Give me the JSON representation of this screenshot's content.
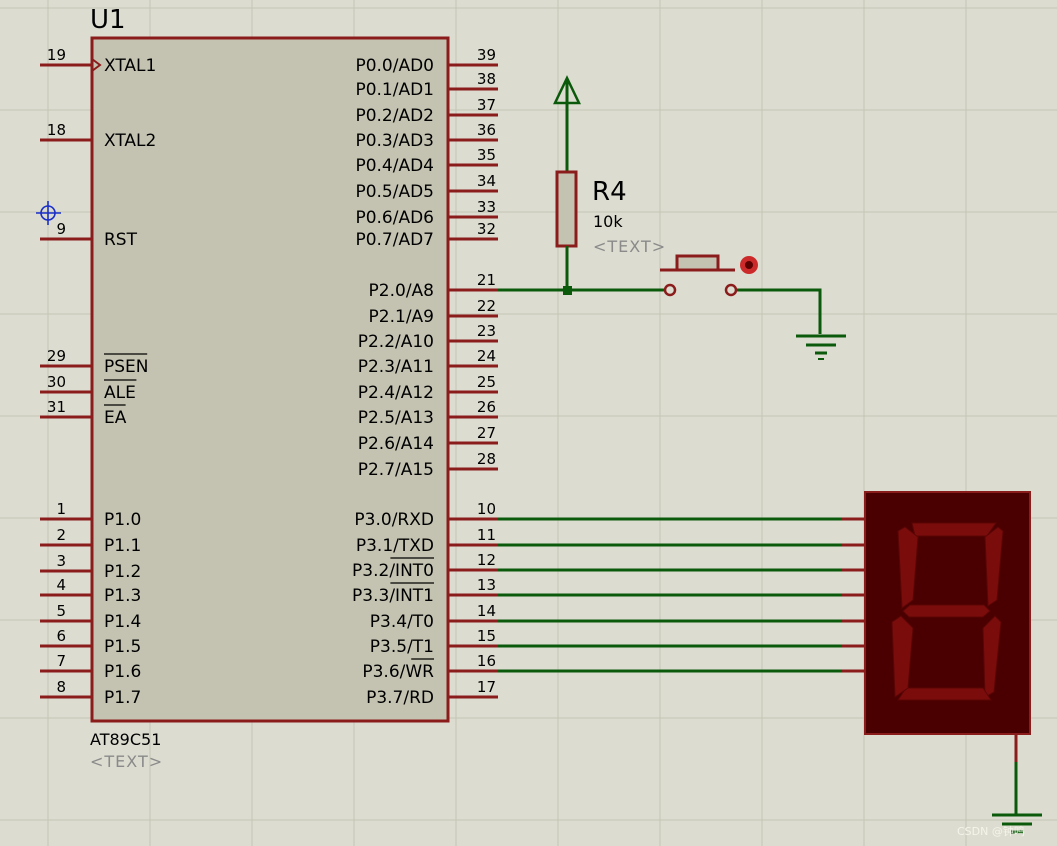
{
  "palette": {
    "background": "#dcdcd0",
    "grid": "#c5c5b6",
    "component_border": "#8b1c1c",
    "component_fill": "#c4c3b2",
    "wire": "#0b5a0b",
    "pin": "#8b1c1c",
    "display_body": "#4a0000",
    "display_segment": "#7a0c0c",
    "probe": "#cc2a2a",
    "cursor": "#1a2ec8"
  },
  "mcu": {
    "ref": "U1",
    "part": "AT89C51",
    "text_placeholder": "<TEXT>",
    "left_pins": [
      {
        "num": "19",
        "name": "XTAL1",
        "over": false
      },
      {
        "num": "18",
        "name": "XTAL2",
        "over": false
      },
      {
        "num": "9",
        "name": "RST",
        "over": false
      },
      {
        "num": "29",
        "name": "PSEN",
        "over": true
      },
      {
        "num": "30",
        "name": "ALE",
        "over": true
      },
      {
        "num": "31",
        "name": "EA",
        "over": true
      },
      {
        "num": "1",
        "name": "P1.0",
        "over": false
      },
      {
        "num": "2",
        "name": "P1.1",
        "over": false
      },
      {
        "num": "3",
        "name": "P1.2",
        "over": false
      },
      {
        "num": "4",
        "name": "P1.3",
        "over": false
      },
      {
        "num": "5",
        "name": "P1.4",
        "over": false
      },
      {
        "num": "6",
        "name": "P1.5",
        "over": false
      },
      {
        "num": "7",
        "name": "P1.6",
        "over": false
      },
      {
        "num": "8",
        "name": "P1.7",
        "over": false
      }
    ],
    "right_pins": [
      {
        "num": "39",
        "name": "P0.0/AD0"
      },
      {
        "num": "38",
        "name": "P0.1/AD1"
      },
      {
        "num": "37",
        "name": "P0.2/AD2"
      },
      {
        "num": "36",
        "name": "P0.3/AD3"
      },
      {
        "num": "35",
        "name": "P0.4/AD4"
      },
      {
        "num": "34",
        "name": "P0.5/AD5"
      },
      {
        "num": "33",
        "name": "P0.6/AD6"
      },
      {
        "num": "32",
        "name": "P0.7/AD7"
      },
      {
        "num": "21",
        "name": "P2.0/A8"
      },
      {
        "num": "22",
        "name": "P2.1/A9"
      },
      {
        "num": "23",
        "name": "P2.2/A10"
      },
      {
        "num": "24",
        "name": "P2.3/A11"
      },
      {
        "num": "25",
        "name": "P2.4/A12"
      },
      {
        "num": "26",
        "name": "P2.5/A13"
      },
      {
        "num": "27",
        "name": "P2.6/A14"
      },
      {
        "num": "28",
        "name": "P2.7/A15"
      },
      {
        "num": "10",
        "name": "P3.0/RXD"
      },
      {
        "num": "11",
        "name": "P3.1/TXD"
      },
      {
        "num": "12",
        "name": "P3.2/INT0"
      },
      {
        "num": "13",
        "name": "P3.3/INT1"
      },
      {
        "num": "14",
        "name": "P3.4/T0"
      },
      {
        "num": "15",
        "name": "P3.5/T1"
      },
      {
        "num": "16",
        "name": "P3.6/WR"
      },
      {
        "num": "17",
        "name": "P3.7/RD"
      }
    ]
  },
  "resistor": {
    "ref": "R4",
    "value": "10k",
    "text_placeholder": "<TEXT>"
  },
  "display": {
    "lit_segments": []
  },
  "watermark": "CSDN @钟鸣"
}
